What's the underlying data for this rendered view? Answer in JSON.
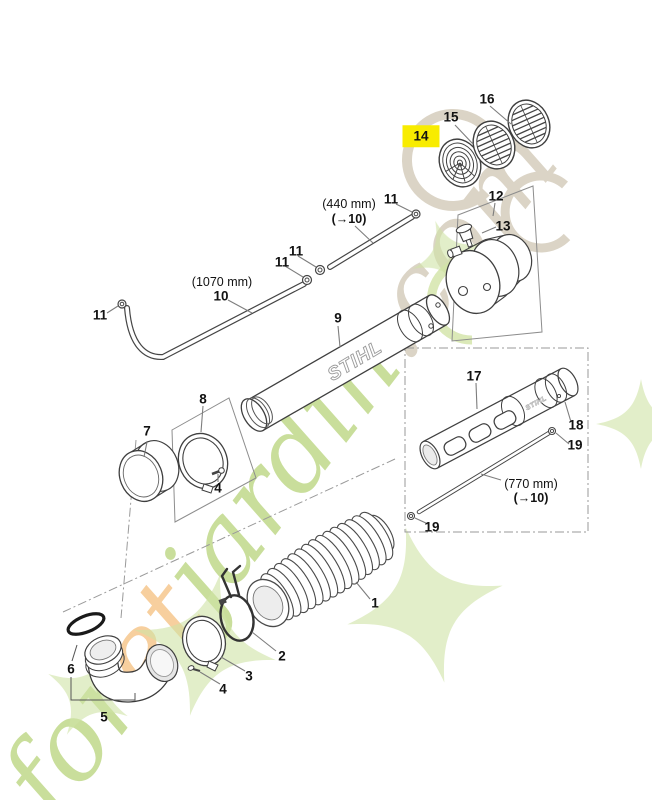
{
  "watermark": {
    "part1": "for",
    "part2": "et",
    "part3": "jardin",
    "part4": ".com"
  },
  "stihl_logo": "STIHL",
  "highlight_color": "#f8ec00",
  "labels": [
    {
      "text": "16"
    },
    {
      "text": "15"
    },
    {
      "text": "14",
      "highlighted": true
    },
    {
      "text": "12"
    },
    {
      "text": "13"
    },
    {
      "text": "11"
    },
    {
      "text": "(440 mm)"
    },
    {
      "text": "(→10)"
    },
    {
      "text": "11"
    },
    {
      "text": "11"
    },
    {
      "text": "(1070 mm)"
    },
    {
      "text": "10"
    },
    {
      "text": "11"
    },
    {
      "text": "9"
    },
    {
      "text": "17"
    },
    {
      "text": "18"
    },
    {
      "text": "19"
    },
    {
      "text": "(770 mm)"
    },
    {
      "text": "(→10)"
    },
    {
      "text": "19"
    },
    {
      "text": "8"
    },
    {
      "text": "7"
    },
    {
      "text": "4"
    },
    {
      "text": "1"
    },
    {
      "text": "2"
    },
    {
      "text": "3"
    },
    {
      "text": "4"
    },
    {
      "text": "6"
    },
    {
      "text": "5"
    }
  ]
}
